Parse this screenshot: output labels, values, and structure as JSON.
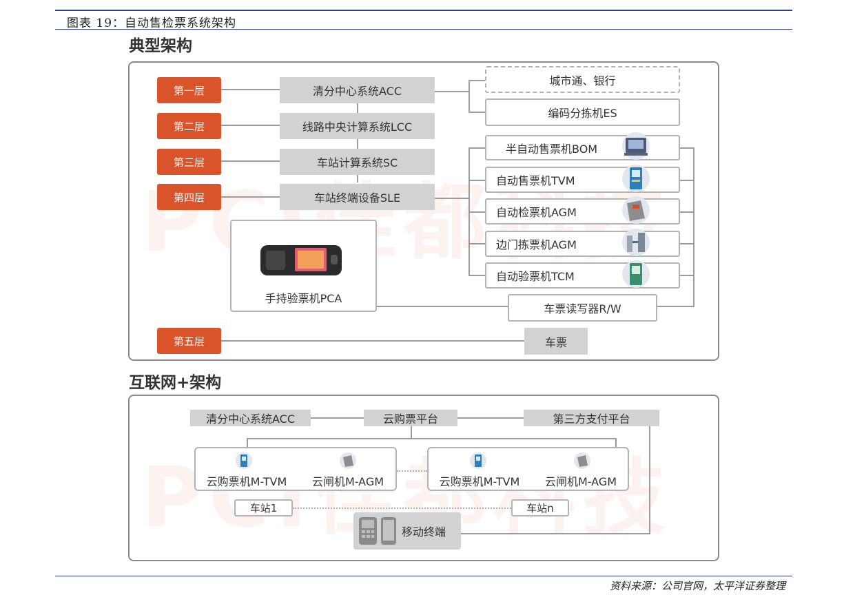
{
  "figure": {
    "title": "图表 19：自动售检票系统架构",
    "source": "资料来源：公司官网，太平洋证券整理"
  },
  "section1": {
    "title": "典型架构",
    "layers": [
      "第一层",
      "第二层",
      "第三层",
      "第四层",
      "第五层"
    ],
    "center_boxes": [
      "清分中心系统ACC",
      "线路中央计算系统LCC",
      "车站计算系统SC",
      "车站终端设备SLE"
    ],
    "bank_box": "城市通、银行",
    "es_box": "编码分拣机ES",
    "devices": [
      "半自动售票机BOM",
      "自动售票机TVM",
      "自动检票机AGM",
      "边门拣票机AGM",
      "自动验票机TCM"
    ],
    "pca_label": "手持验票机PCA",
    "rw_box": "车票读写器R/W",
    "ticket_box": "车票"
  },
  "section2": {
    "title": "互联网+架构",
    "acc": "清分中心系统ACC",
    "cloud_platform": "云购票平台",
    "third_party": "第三方支付平台",
    "tvm_1": "云购票机M-TVM",
    "agm_1": "云闸机M-AGM",
    "tvm_n": "云购票机M-TVM",
    "agm_n": "云闸机M-AGM",
    "station_1": "车站1",
    "station_n": "车站n",
    "mobile": "移动终端"
  },
  "colors": {
    "layer_orange": "#d9532b",
    "grey_box": "#d2d2d2",
    "rule_blue": "#2e3f8c"
  },
  "icons": [
    "bom-machine-icon",
    "tvm-machine-icon",
    "agm-gate-icon",
    "side-gate-icon",
    "tcm-machine-icon",
    "handheld-pca-icon",
    "mobile-phone-icon"
  ]
}
